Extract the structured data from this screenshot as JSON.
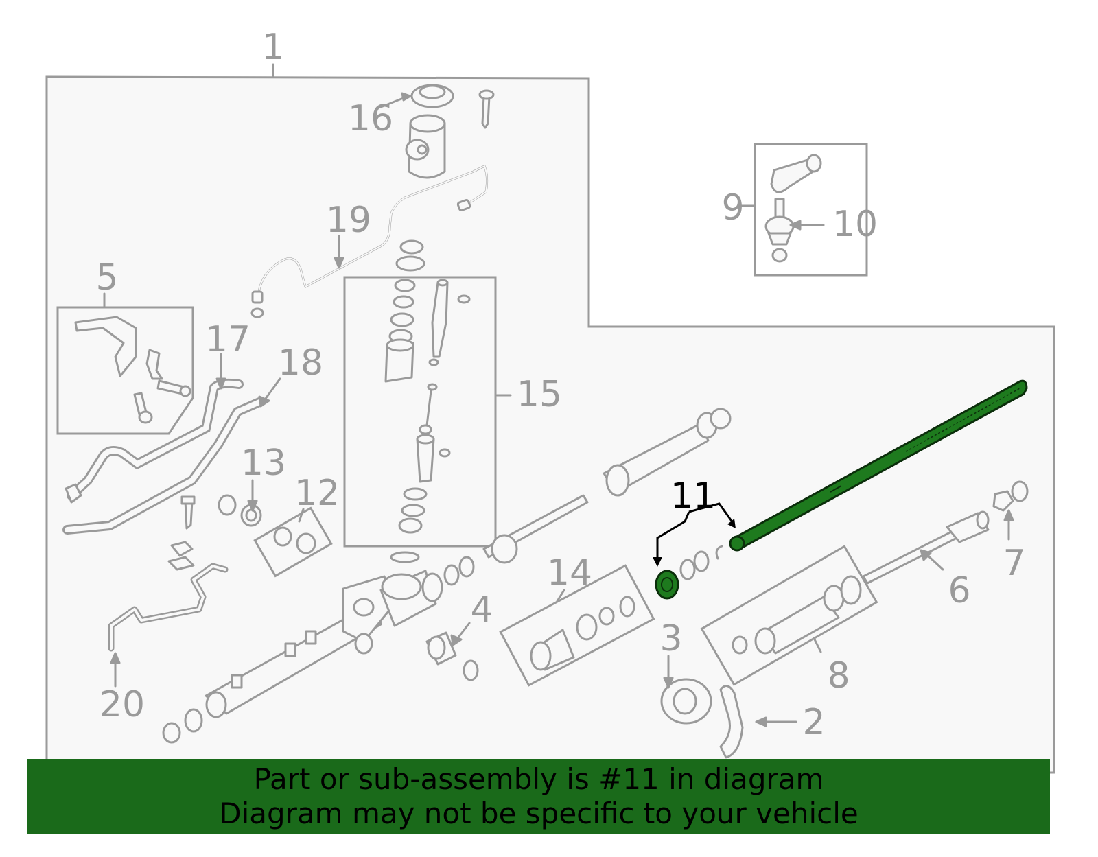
{
  "callouts": {
    "c1": "1",
    "c2": "2",
    "c3": "3",
    "c4": "4",
    "c5": "5",
    "c6": "6",
    "c7": "7",
    "c8": "8",
    "c9": "9",
    "c10": "10",
    "c11": "11",
    "c12": "12",
    "c13": "13",
    "c14": "14",
    "c15": "15",
    "c16": "16",
    "c17": "17",
    "c18": "18",
    "c19": "19",
    "c20": "20"
  },
  "highlight_part": "11",
  "colors": {
    "highlight_fill": "#1e7a1e",
    "banner_bg": "#1a6a1a",
    "line_gray": "#9a9a9a",
    "background": "#f8f8f8"
  },
  "banner": {
    "line1": "Part or sub-assembly is #11 in diagram",
    "line2": "Diagram may not be specific to your vehicle"
  }
}
